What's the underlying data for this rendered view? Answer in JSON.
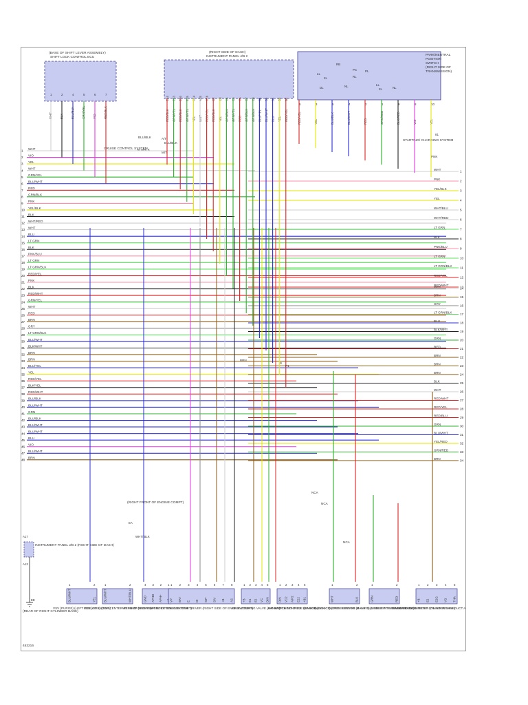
{
  "colors": {
    "WHT": "#cfcfcf",
    "VIO": "#e23be2",
    "YEL": "#e6e600",
    "GRN": "#2bb02b",
    "BLU": "#2b2bd8",
    "RED": "#e02020",
    "BLK": "#222222",
    "PNK": "#ff8fa8",
    "BRN": "#8a5a16",
    "GRY": "#8a8a8a",
    "ORN": "#ff8a00",
    "LT GRN": "#5de05d",
    "connector_fill": "#c8ccf0",
    "connector_stroke": "#3b3b8a"
  },
  "connectors": {
    "shift": {
      "title1": "(BASE OF SHIFT LEVER ASSEMBLY)",
      "title2": "SHIFT LOCK CONTROL ECU",
      "pins": [
        "WHT",
        "BLK",
        "BLU/BLK",
        "GRN/YEL",
        "VIO",
        "RED/BLK"
      ],
      "pin_nums": [
        "1",
        "2",
        "4",
        "5",
        "6",
        "7"
      ]
    },
    "panel": {
      "title1": "(RIGHT SIDE OF DASH)",
      "title2": "INSTRUMENT PANEL J/B 2",
      "pins": [
        "RED/BLK",
        "GRN/YEL",
        "RED/BLK",
        "GRN/YEL",
        "YEL",
        "WHT",
        "RED/YEL",
        "RED/BLK",
        "YEL",
        "GRN/BLK",
        "GRN/YEL",
        "RED",
        "GRN/BLK",
        "GRN/BLK",
        "BLU/YEL",
        "BLU/WHT",
        "BLU",
        "YEL",
        "RED/YEL"
      ],
      "pin_nums": [
        "E14",
        "E13",
        "E16",
        "E15",
        "C14",
        "A35",
        "C16",
        "C2",
        "C3",
        "C4",
        "C5",
        "C6",
        "C7",
        "C8",
        "B8",
        "B9",
        "B6",
        "B5",
        "B3"
      ]
    },
    "pnp": {
      "title1": "PARK/NEUTRAL",
      "title2": "POSITION",
      "title3": "SWITCH",
      "title4": "(RIGHT SIDE OF",
      "title5": "TRANSMISSION)",
      "internal": [
        "RB",
        "PL",
        "LL",
        "2L",
        "PC",
        "RL",
        "NL",
        "DL",
        "LL",
        "2L",
        "NL"
      ],
      "pins": [
        "RED/YEL",
        "YEL",
        "BLU/BLK",
        "BLU/WHT",
        "RED",
        "GRN/RED",
        "BLK/RED",
        "VIO",
        "YEL"
      ],
      "pin_nums": [
        "6",
        "3",
        "5",
        "4",
        "2",
        "1",
        "9",
        "8",
        "10"
      ]
    }
  },
  "cruise": {
    "at": "A/T",
    "blu_blk": "BLU/BLK",
    "mt": "M/T",
    "label": "CRUISE CONTROL SYSTEM",
    "blu_blk2": "BLU/BLK"
  },
  "starting": {
    "label": "STARTING/ CHARGING SYSTEM",
    "pnk": "PNK",
    "pin": "81"
  },
  "left_wires": [
    {
      "n": "1",
      "c": "WHT"
    },
    {
      "n": "2",
      "c": "VIO"
    },
    {
      "n": "3",
      "c": "YEL"
    },
    {
      "n": "4",
      "c": "WHT"
    },
    {
      "n": "5",
      "c": "GRN/YEL"
    },
    {
      "n": "6",
      "c": "BLU/WHT"
    },
    {
      "n": "7",
      "c": "RED"
    },
    {
      "n": "8",
      "c": "GRN/BLK"
    },
    {
      "n": "9",
      "c": "PNK"
    },
    {
      "n": "10",
      "c": "YEL/BLK"
    },
    {
      "n": "11",
      "c": "BLK"
    },
    {
      "n": "12",
      "c": "WHT/RED"
    },
    {
      "n": "13",
      "c": "WHT"
    },
    {
      "n": "14",
      "c": "BLU"
    },
    {
      "n": "15",
      "c": "LT GRN"
    },
    {
      "n": "16",
      "c": "BLK"
    },
    {
      "n": "17",
      "c": "PNK/BLU"
    },
    {
      "n": "18",
      "c": "LT GRN"
    },
    {
      "n": "19",
      "c": "LT GRN/BLK"
    },
    {
      "n": "20",
      "c": "RED/YEL"
    },
    {
      "n": "21",
      "c": "PNK"
    },
    {
      "n": "22",
      "c": "BLK"
    },
    {
      "n": "23",
      "c": "RED/WHT"
    },
    {
      "n": "24",
      "c": "GRN/YEL"
    },
    {
      "n": "25",
      "c": "WHT"
    },
    {
      "n": "26",
      "c": "RED"
    },
    {
      "n": "27",
      "c": "BRN"
    },
    {
      "n": "28",
      "c": "GRY"
    },
    {
      "n": "29",
      "c": "LT GRN/BLK"
    },
    {
      "n": "30",
      "c": "BLU/WHT"
    },
    {
      "n": "31",
      "c": "BLK/WHT"
    },
    {
      "n": "32",
      "c": "BRN"
    },
    {
      "n": "33",
      "c": "BRN"
    },
    {
      "n": "34",
      "c": "BLU/YEL"
    },
    {
      "n": "35",
      "c": "YEL"
    },
    {
      "n": "36",
      "c": "RED/YEL"
    },
    {
      "n": "37",
      "c": "BLK/YEL"
    },
    {
      "n": "38",
      "c": "RED/WHT"
    },
    {
      "n": "39",
      "c": "BLU/BLK"
    },
    {
      "n": "40",
      "c": "BLU/WHT"
    },
    {
      "n": "41",
      "c": "GRN"
    },
    {
      "n": "42",
      "c": "BLU/BLK"
    },
    {
      "n": "43",
      "c": "BLU/WHT"
    },
    {
      "n": "44",
      "c": "BLU/WHT"
    },
    {
      "n": "45",
      "c": "BLU"
    },
    {
      "n": "46",
      "c": "VIO"
    },
    {
      "n": "47",
      "c": "BLU/WHT"
    },
    {
      "n": "48",
      "c": "BRN"
    }
  ],
  "right_wires": [
    {
      "n": "1",
      "c": "WHT"
    },
    {
      "n": "2",
      "c": "PNK"
    },
    {
      "n": "3",
      "c": "YEL/BLK"
    },
    {
      "n": "4",
      "c": "YEL"
    },
    {
      "n": "5",
      "c": "WHT/BLU"
    },
    {
      "n": "6",
      "c": "WHT/RED"
    },
    {
      "n": "7",
      "c": "LT GRN"
    },
    {
      "n": "8",
      "c": "BLK"
    },
    {
      "n": "9",
      "c": "PNK/BLU"
    },
    {
      "n": "10",
      "c": "LT GRN"
    },
    {
      "n": "11",
      "c": "LT GRN/BLK"
    },
    {
      "n": "12",
      "c": "RED/YEL"
    },
    {
      "n": "13",
      "c": "RED/WHT"
    },
    {
      "n": "14",
      "c": "WHT"
    },
    {
      "n": "15",
      "c": "BRN"
    },
    {
      "n": "16",
      "c": "GRY"
    },
    {
      "n": "17",
      "c": "LT GRN/BLK"
    },
    {
      "n": "18",
      "c": "BLU"
    },
    {
      "n": "19",
      "c": "BLK/WHT"
    },
    {
      "n": "20",
      "c": "GRN"
    },
    {
      "n": "21",
      "c": "RED"
    },
    {
      "n": "22",
      "c": "BRN"
    },
    {
      "n": "23",
      "c": "BRN"
    },
    {
      "n": "24",
      "c": "BRN"
    },
    {
      "n": "25",
      "c": "BLK"
    },
    {
      "n": "26",
      "c": "WHT"
    },
    {
      "n": "27",
      "c": "RED/WHT"
    },
    {
      "n": "28",
      "c": "RED/YEL"
    },
    {
      "n": "29",
      "c": "RED/BLU"
    },
    {
      "n": "30",
      "c": "GRN"
    },
    {
      "n": "31",
      "c": "BLU/WHT"
    },
    {
      "n": "32",
      "c": "YEL/RED"
    },
    {
      "n": "33",
      "c": "GRN/RED"
    },
    {
      "n": "34",
      "c": "BRN"
    }
  ],
  "splice": {
    "brn": "BRN",
    "s": "S",
    "p": "P1"
  },
  "nca": "NCA",
  "bottom_components": [
    {
      "label": "VSV (PURGE) (LEFT SIDE OF ENGINE)",
      "pins": [
        "BLU/WHT",
        "YEL"
      ],
      "nums": [
        "1",
        "2"
      ]
    },
    {
      "label": "VSV (ACIS) (TOP CENTER REAR OF ENGINE)",
      "pins": [
        "BLU/WHT",
        "WHT/BLU"
      ],
      "nums": [
        "1",
        "2"
      ]
    },
    {
      "label": "AIR PUMP (RIGHT FRONT OF ENGINE COMPT)",
      "pins": [
        "GND",
        "APHD",
        "APH+",
        "+B"
      ],
      "nums": [
        "4",
        "3",
        "2",
        "1"
      ]
    },
    {
      "label": "AIR INJECTION CONTROL DRIVER (RIGHT SIDE OF ENGINE COMPT)",
      "pins": [
        "VP",
        "BAT",
        "E",
        "DI",
        "SIP",
        "SIV",
        "+B",
        "AS"
      ],
      "nums": [
        "1",
        "2",
        "3",
        "4",
        "5",
        "6",
        "7",
        "8"
      ]
    },
    {
      "label": "AIR SWITCHING VALVE (BANK 1)",
      "pins": [
        "+B",
        "E1",
        "E2",
        "VC",
        "DIN"
      ],
      "nums": [
        "1",
        "2",
        "3",
        "4",
        "5"
      ]
    },
    {
      "label": "AIR SWITCHING VALVE (BANK 2)",
      "pins": [
        "DIN",
        "VC2",
        "AIP2",
        "E22",
        "+B1"
      ],
      "nums": [
        "1",
        "2",
        "3",
        "4",
        "5"
      ]
    },
    {
      "label": "KNOCK CONTROL SENSOR (BANK 2) (UNDER INTAKE MANIFOLD ON LEFT CYLINDER BANK)",
      "pins": [
        "WHT",
        "BLK"
      ],
      "nums": [
        "1",
        "2"
      ]
    },
    {
      "label": "KNOCK CONTROL SENSOR (BANK 1) (UNDER INTAKE MANIFOLD ON RIGHT CYLINDER BANK)",
      "pins": [
        "GRN",
        "RED"
      ],
      "nums": [
        "1",
        "2"
      ]
    },
    {
      "label": "MASS AIR FLOW METER (ON AIR INTAKE DUCT ASSEMBLY)",
      "pins": [
        "+B",
        "E2",
        "E2G",
        "VG",
        "THA"
      ],
      "nums": [
        "1",
        "2",
        "3",
        "4",
        "5"
      ]
    }
  ],
  "ip_jb_note": "INSTRUMENT PANEL J/B 2 (RIGHT SIDE OF DASH)",
  "ip_pins": [
    "A17",
    "A13"
  ],
  "ground": {
    "id": "EE",
    "label": "(REAR OF RIGHT CYLINDER BANK)"
  },
  "air_pump_note": "(RIGHT FRONT OF ENGINE COMPT)",
  "ea": "EA",
  "wht_blk": "WHT/ BLK",
  "diagram_id": "453216"
}
